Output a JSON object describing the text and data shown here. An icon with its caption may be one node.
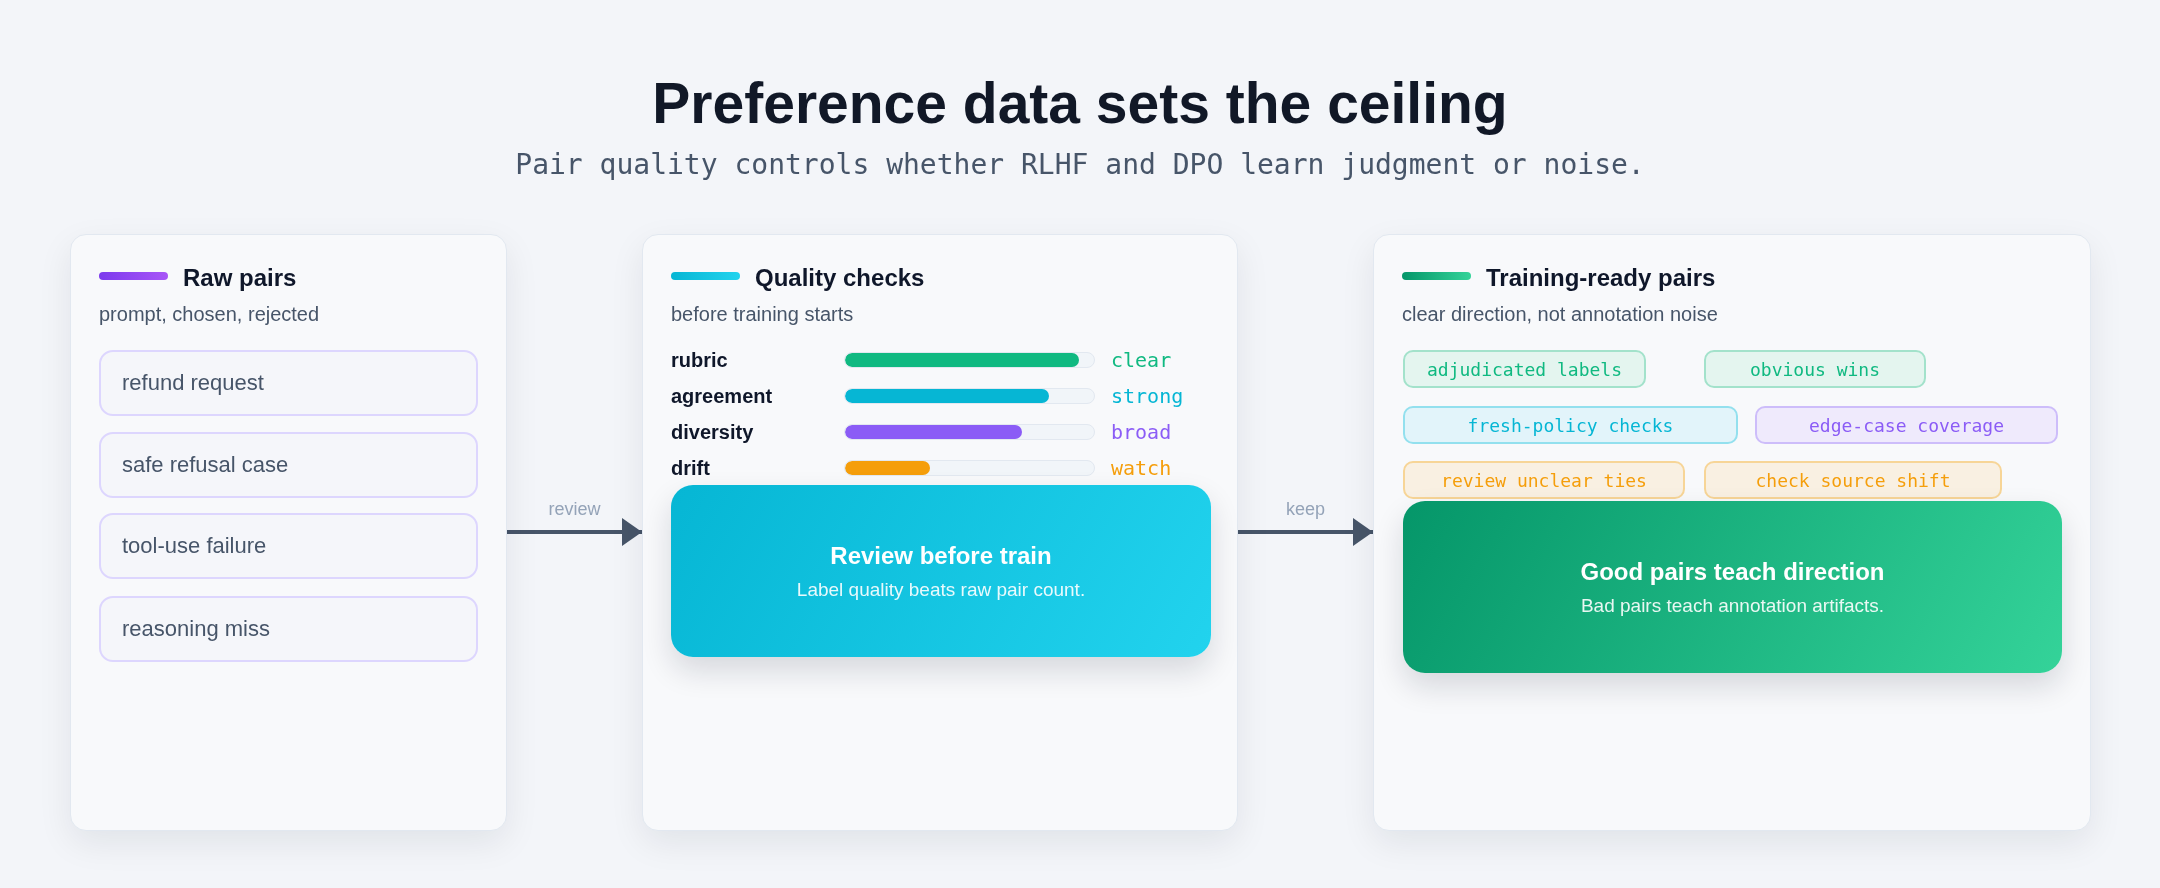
{
  "diagram": {
    "title": "Preference data sets the ceiling",
    "caption": "Pair quality controls whether RLHF and DPO learn judgment or noise.",
    "nodes": [
      {
        "text": [
          "Raw pairs",
          "prompt, chosen, rejected"
        ]
      },
      {
        "text": [
          "refund request"
        ],
        "in": 0
      },
      {
        "text": [
          "safe refusal case"
        ],
        "in": 0
      },
      {
        "text": [
          "tool-use failure"
        ],
        "in": 0
      },
      {
        "text": [
          "reasoning miss"
        ],
        "in": 0
      },
      {
        "text": [
          "Quality checks",
          "before training starts",
          "rubric",
          "clear",
          "agreement",
          "strong",
          "diversity",
          "broad",
          "drift",
          "watch"
        ]
      },
      {
        "text": [
          "Review before train",
          "Label quality beats raw pair count."
        ],
        "in": 5
      },
      {
        "text": [
          "Training-ready pairs",
          "clear direction, not annotation noise"
        ]
      },
      {
        "text": [
          "adjudicated labels"
        ],
        "in": 7
      },
      {
        "text": [
          "obvious wins"
        ],
        "in": 7
      },
      {
        "text": [
          "fresh-policy checks"
        ],
        "in": 7
      },
      {
        "text": [
          "edge-case coverage"
        ],
        "in": 7
      },
      {
        "text": [
          "review unclear ties"
        ],
        "in": 7
      },
      {
        "text": [
          "check source shift"
        ],
        "in": 7
      },
      {
        "text": [
          "Good pairs teach direction",
          "Bad pairs teach annotation artifacts."
        ],
        "in": 7
      }
    ],
    "edges": [
      {
        "from": 0,
        "to": 5,
        "arrow": "to",
        "label": "review"
      },
      {
        "from": 5,
        "to": 7,
        "arrow": "to",
        "label": "keep"
      }
    ]
  }
}
